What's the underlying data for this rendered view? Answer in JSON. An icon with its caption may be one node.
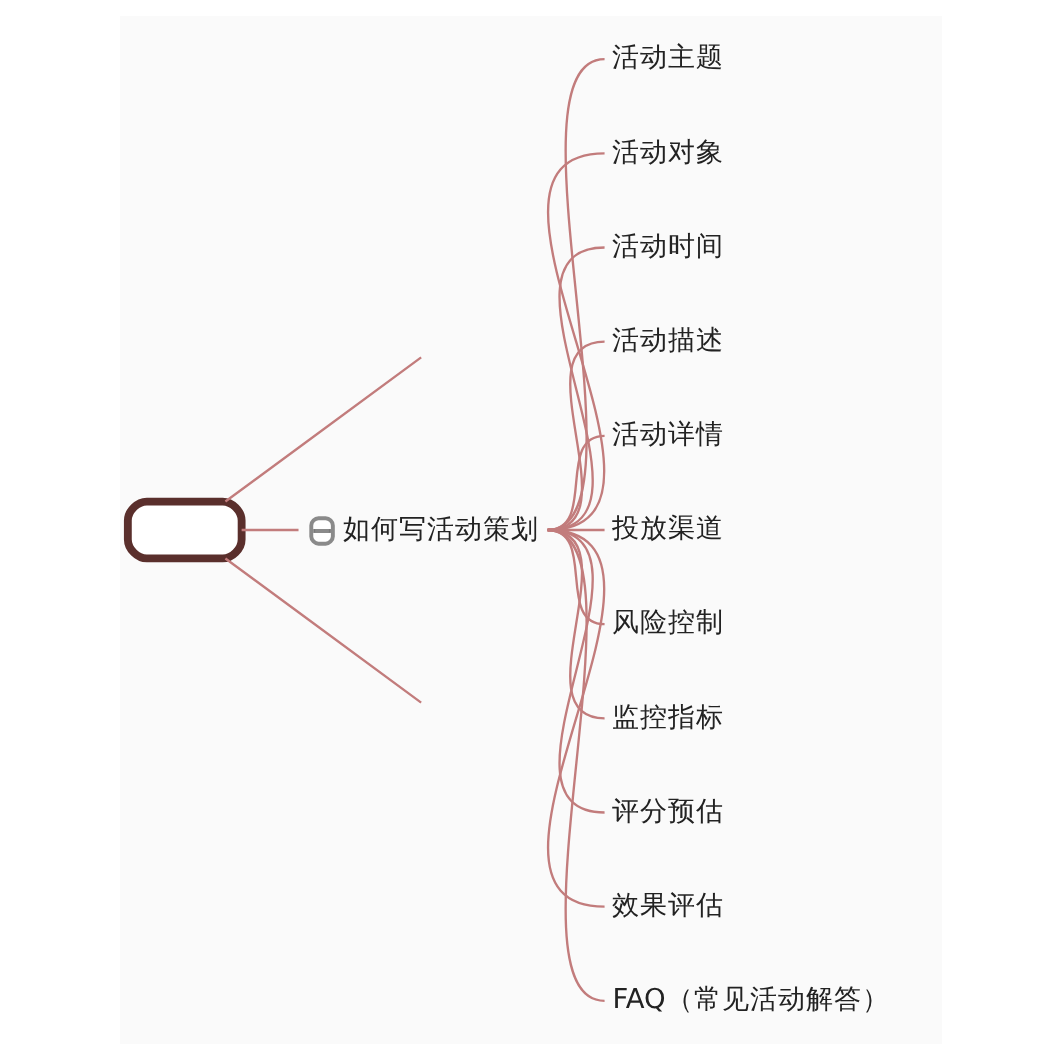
{
  "diagram": {
    "nodes": [
      {
        "text": [],
        "shape": "box"
      },
      {
        "text": [
          "如何写活动策划"
        ]
      },
      {
        "text": [
          "活动主题"
        ]
      },
      {
        "text": [
          "活动对象"
        ]
      },
      {
        "text": [
          "活动时间"
        ]
      },
      {
        "text": [
          "活动描述"
        ]
      },
      {
        "text": [
          "活动详情"
        ]
      },
      {
        "text": [
          "投放渠道"
        ]
      },
      {
        "text": [
          "风险控制"
        ]
      },
      {
        "text": [
          "监控指标"
        ]
      },
      {
        "text": [
          "评分预估"
        ]
      },
      {
        "text": [
          "效果评估"
        ]
      },
      {
        "text": [
          "FAQ（常见活动解答）"
        ]
      }
    ],
    "edges": [
      {
        "from": 0,
        "to": null,
        "arrow": "none"
      },
      {
        "from": 0,
        "to": 1,
        "arrow": "none"
      },
      {
        "from": 0,
        "to": null,
        "arrow": "none"
      },
      {
        "from": 1,
        "to": 2,
        "arrow": "none"
      },
      {
        "from": 1,
        "to": 3,
        "arrow": "none"
      },
      {
        "from": 1,
        "to": 4,
        "arrow": "none"
      },
      {
        "from": 1,
        "to": 5,
        "arrow": "none"
      },
      {
        "from": 1,
        "to": 6,
        "arrow": "none"
      },
      {
        "from": 1,
        "to": 7,
        "arrow": "none"
      },
      {
        "from": 1,
        "to": 8,
        "arrow": "none"
      },
      {
        "from": 1,
        "to": 9,
        "arrow": "none"
      },
      {
        "from": 1,
        "to": 10,
        "arrow": "none"
      },
      {
        "from": 1,
        "to": 11,
        "arrow": "none"
      },
      {
        "from": 1,
        "to": 12,
        "arrow": "none"
      }
    ]
  }
}
